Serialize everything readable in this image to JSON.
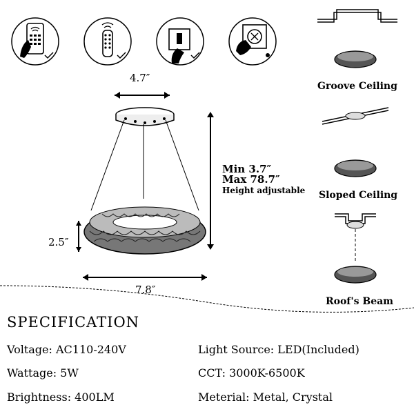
{
  "dimensions": {
    "top_width": "4.7″",
    "height_min": "Min 3.7″",
    "height_max": "Max 78.7″",
    "height_note": "Height adjustable",
    "shade_height": "2.5″",
    "shade_width": "7.8″"
  },
  "control_icons": [
    "app-control-icon",
    "remote-control-icon",
    "wall-switch-icon",
    "dimmer-knob-icon"
  ],
  "ceilings": {
    "groove": "Groove Ceiling",
    "sloped": "Sloped Ceiling",
    "beam": "Roof's Beam"
  },
  "specification": {
    "title": "SPECIFICATION",
    "voltage": "Voltage: AC110-240V",
    "wattage": "Wattage: 5W",
    "brightness": "Brightness: 400LM",
    "light_source": "Light Source: LED(Included)",
    "cct": "CCT: 3000K-6500K",
    "material": "Meterial: Metal, Crystal"
  }
}
